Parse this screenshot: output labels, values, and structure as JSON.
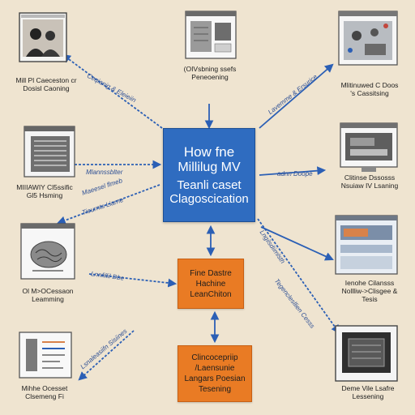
{
  "center": {
    "line1": "How fne",
    "line2": "Millilug MV",
    "line3": "Teanli caset",
    "line4": "Clagoscication"
  },
  "middle_box": {
    "line1": "Fine Dastre",
    "line2": "Hachine",
    "line3": "LeanChiton"
  },
  "bottom_box": {
    "line1": "Clincocepriip",
    "line2": "/Laensunie",
    "line3": "Langars Poesian",
    "line4": "Tesening"
  },
  "captions": {
    "top_left": [
      "Mill Pl Caeceston cr",
      "Dosisl Caoning"
    ],
    "top_center": [
      "(OIVsbning ssefs",
      "Peneoening"
    ],
    "top_right": [
      "Mlitinuwed C Doos",
      "'s Cassitsing"
    ],
    "mid_left": [
      "MIIIAWIY Cl5ssific",
      "Gl5 Hsming"
    ],
    "mid_right": [
      "Clitinse Dssosss",
      "Nsuiaw IV Lsaning"
    ],
    "lower_left": [
      "Ol M>OCessaon",
      "Leamming"
    ],
    "lower_right": [
      "Ienohe Cilansss",
      "Nollliw->Clisgee &",
      "Tesis"
    ],
    "bottom_left": [
      "Mihhe Ocesset",
      "Clsemeng Fi"
    ],
    "bottom_right": [
      "Deme Vile Lsafre",
      "Lessening"
    ]
  },
  "edge_labels": {
    "top_left": "Ceqianig & Eleieiin",
    "top_right": "Lavemme & Ersurice",
    "upper_left_a": "Mlannssblter",
    "upper_left_b": "Maeesel flmeb",
    "center_left": "Tieurnts Liarne",
    "center_right": "adnn Doope",
    "lower_left": "Lnnfillil Dbe",
    "right_diag_a": "Lngilsdiimlsth",
    "right_diag_b": "Tegenclesllien Cesss",
    "bottom_left": "Lsnaleasiifn Sisiines"
  },
  "colors": {
    "background": "#efe4d0",
    "center_fill": "#2f6cc0",
    "orange_fill": "#e97b24",
    "arrow": "#2b5fb5"
  },
  "icons": [
    "researchers-photo-icon",
    "ml-training-window-icon",
    "robot-hardware-icon",
    "server-rack-icon",
    "desktop-monitor-icon",
    "neural-brain-icon",
    "data-dashboard-icon",
    "document-report-icon",
    "display-terminal-icon"
  ]
}
